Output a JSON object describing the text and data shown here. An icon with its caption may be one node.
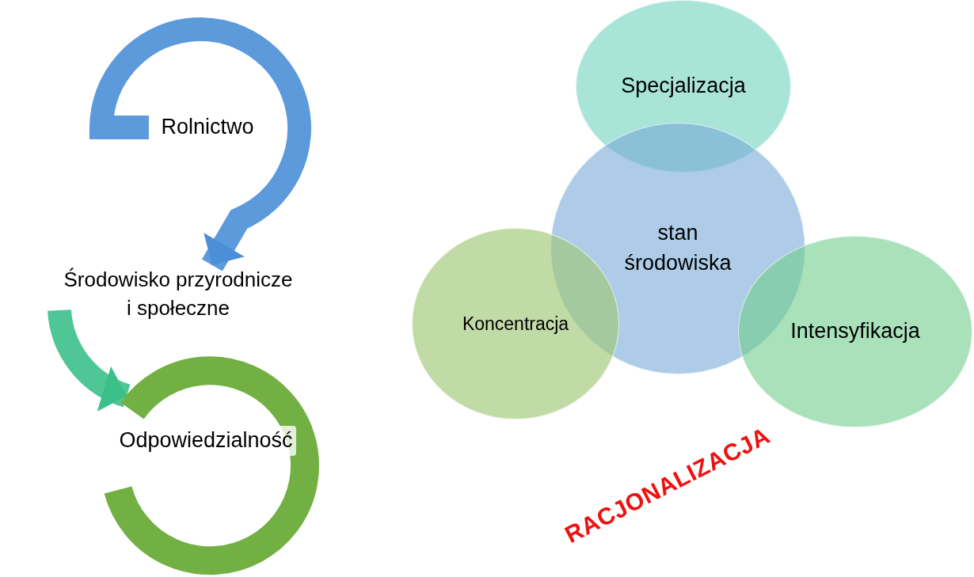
{
  "diagram": {
    "nodes": [
      {
        "text": [
          "Rolnictwo"
        ]
      },
      {
        "text": [
          "Środowisko przyrodnicze i społeczne"
        ]
      },
      {
        "text": [
          "Odpowiedzialność"
        ]
      },
      {
        "text": [
          "Specjalizacja"
        ]
      },
      {
        "text": [
          "stan środowiska"
        ]
      },
      {
        "text": [
          "Koncentracja"
        ]
      },
      {
        "text": [
          "Intensyfikacja"
        ]
      }
    ],
    "edges": [
      {
        "from": 0,
        "to": 1,
        "arrow": "to",
        "color": "#4a8fd8"
      },
      {
        "from": 1,
        "to": 2,
        "arrow": "to",
        "color": "#3cc08a"
      }
    ],
    "labels": [
      "RACJONALIZACJA"
    ]
  }
}
